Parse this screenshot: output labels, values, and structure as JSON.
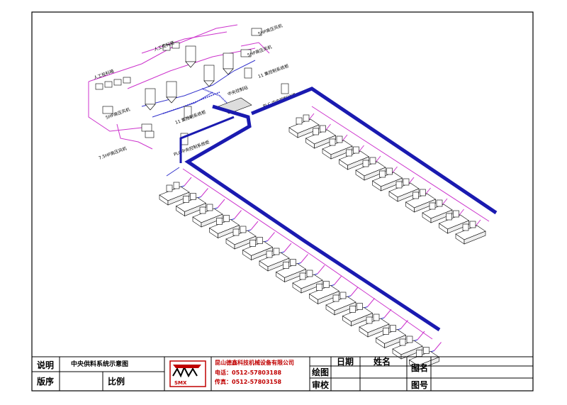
{
  "title_block": {
    "description_label": "说明",
    "drawing_title": "中央供料系统示意图",
    "order_label": "版序",
    "scale_label": "比例",
    "logo_text": "SMX",
    "company_name": "昆山德鑫科技机械设备有限公司",
    "phone": "电话：0512-57803188",
    "fax": "传真：0512-57803158",
    "date_label": "日期",
    "name_label": "姓名",
    "drawn_label": "绘图",
    "checked_label": "审校",
    "drawing_name_label": "图名",
    "drawing_no_label": "图号"
  },
  "diagram": {
    "labels": [
      "人工投料箱",
      "人工投料箱",
      "5HP高压风机",
      "5HP高压风机",
      "5HP高压风机",
      "11 集控制系统柜",
      "11 集控制系统柜",
      "中央控制站",
      "PLC中央控制系统柜",
      "PLC 中央控制线路",
      "7.5HP高压风机"
    ],
    "colors": {
      "main_line": "#1a1ab0",
      "branch_line": "#cc33cc",
      "blue_line": "#3333cc",
      "title_red": "#c00000"
    }
  }
}
